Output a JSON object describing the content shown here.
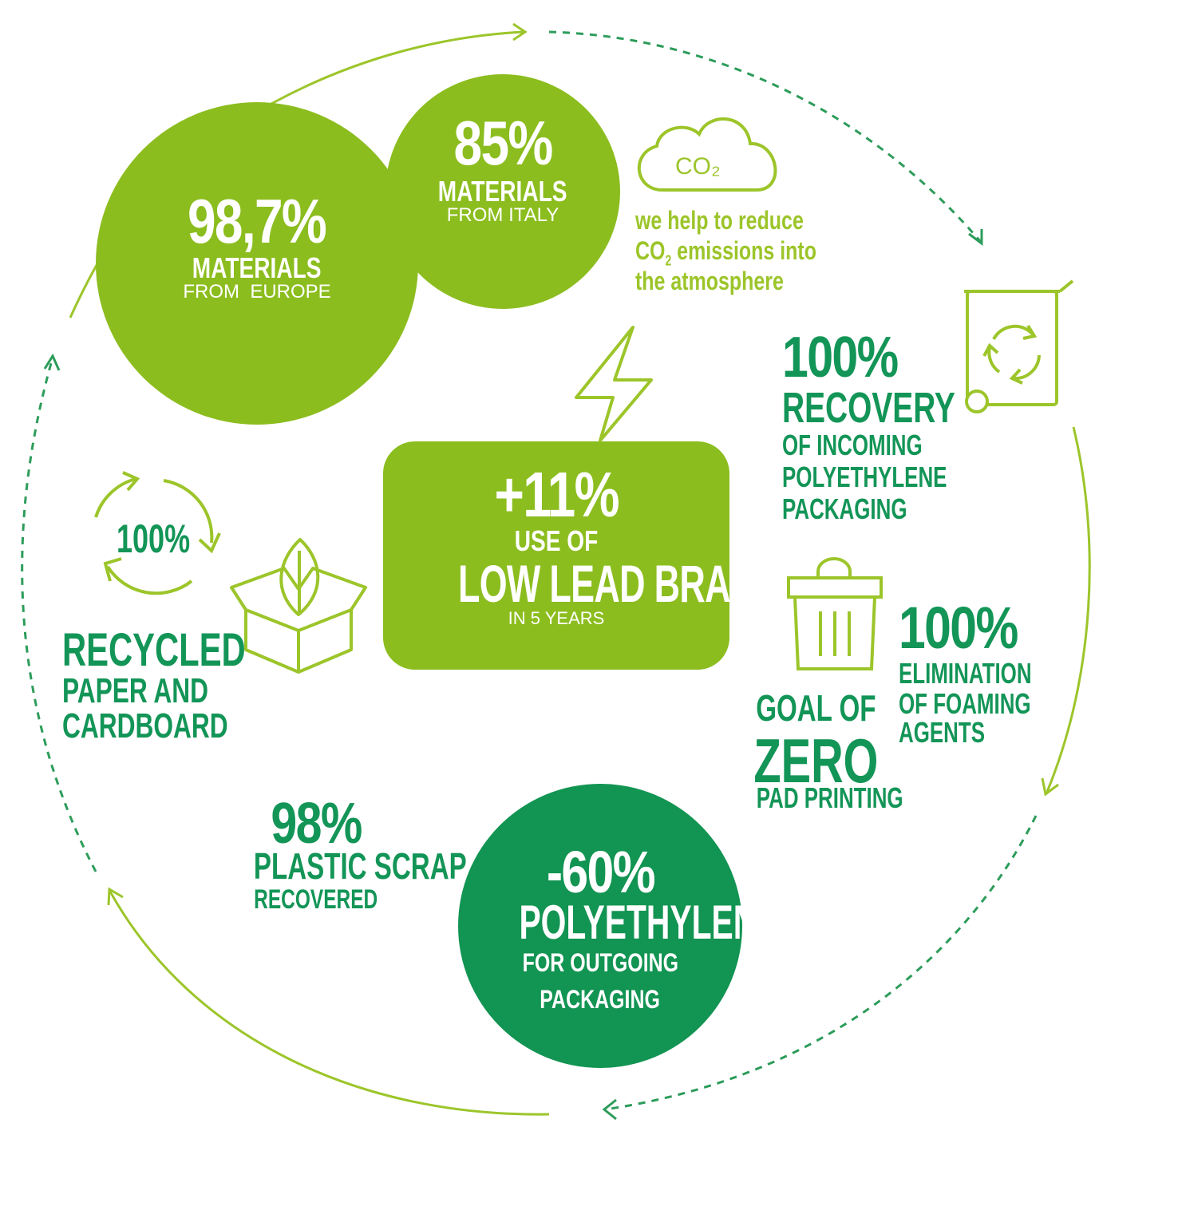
{
  "colors": {
    "lime": "#8cbd1f",
    "lime_light": "#9cc52a",
    "green": "#139557",
    "green_dark": "#0f9a5a",
    "white": "#ffffff"
  },
  "europe": {
    "value": "98,7%",
    "line1": "MATERIALS",
    "line2": "FROM  EUROPE"
  },
  "italy": {
    "value": "85%",
    "line1": "MATERIALS",
    "line2": "FROM ITALY"
  },
  "co2": {
    "icon_label": "CO₂",
    "line1": "we help to reduce",
    "line2_prefix": "CO",
    "line2_sub": "2",
    "line2_suffix": " emissions into",
    "line3": "the atmosphere"
  },
  "brass": {
    "value": "+11%",
    "line1": "USE OF",
    "line2": "LOW LEAD BRASS",
    "line3": "IN 5 YEARS"
  },
  "recovery": {
    "value": "100%",
    "line1": "RECOVERY",
    "line2": "OF INCOMING",
    "line3": "POLYETHYLENE",
    "line4": "PACKAGING"
  },
  "recycled": {
    "icon_label": "100%",
    "line1": "RECYCLED",
    "line2": "PAPER AND",
    "line3": "CARDBOARD"
  },
  "foaming": {
    "value": "100%",
    "line1": "ELIMINATION",
    "line2": "OF FOAMING",
    "line3": "AGENTS"
  },
  "pad": {
    "line1": "GOAL OF",
    "line2": "ZERO",
    "line3": "PAD PRINTING"
  },
  "scrap": {
    "value": "98%",
    "line1": "PLASTIC SCRAP",
    "line2": "RECOVERED"
  },
  "poly": {
    "value": "-60%",
    "line1": "POLYETHYLENE",
    "line2": "FOR OUTGOING",
    "line3": "PACKAGING"
  }
}
